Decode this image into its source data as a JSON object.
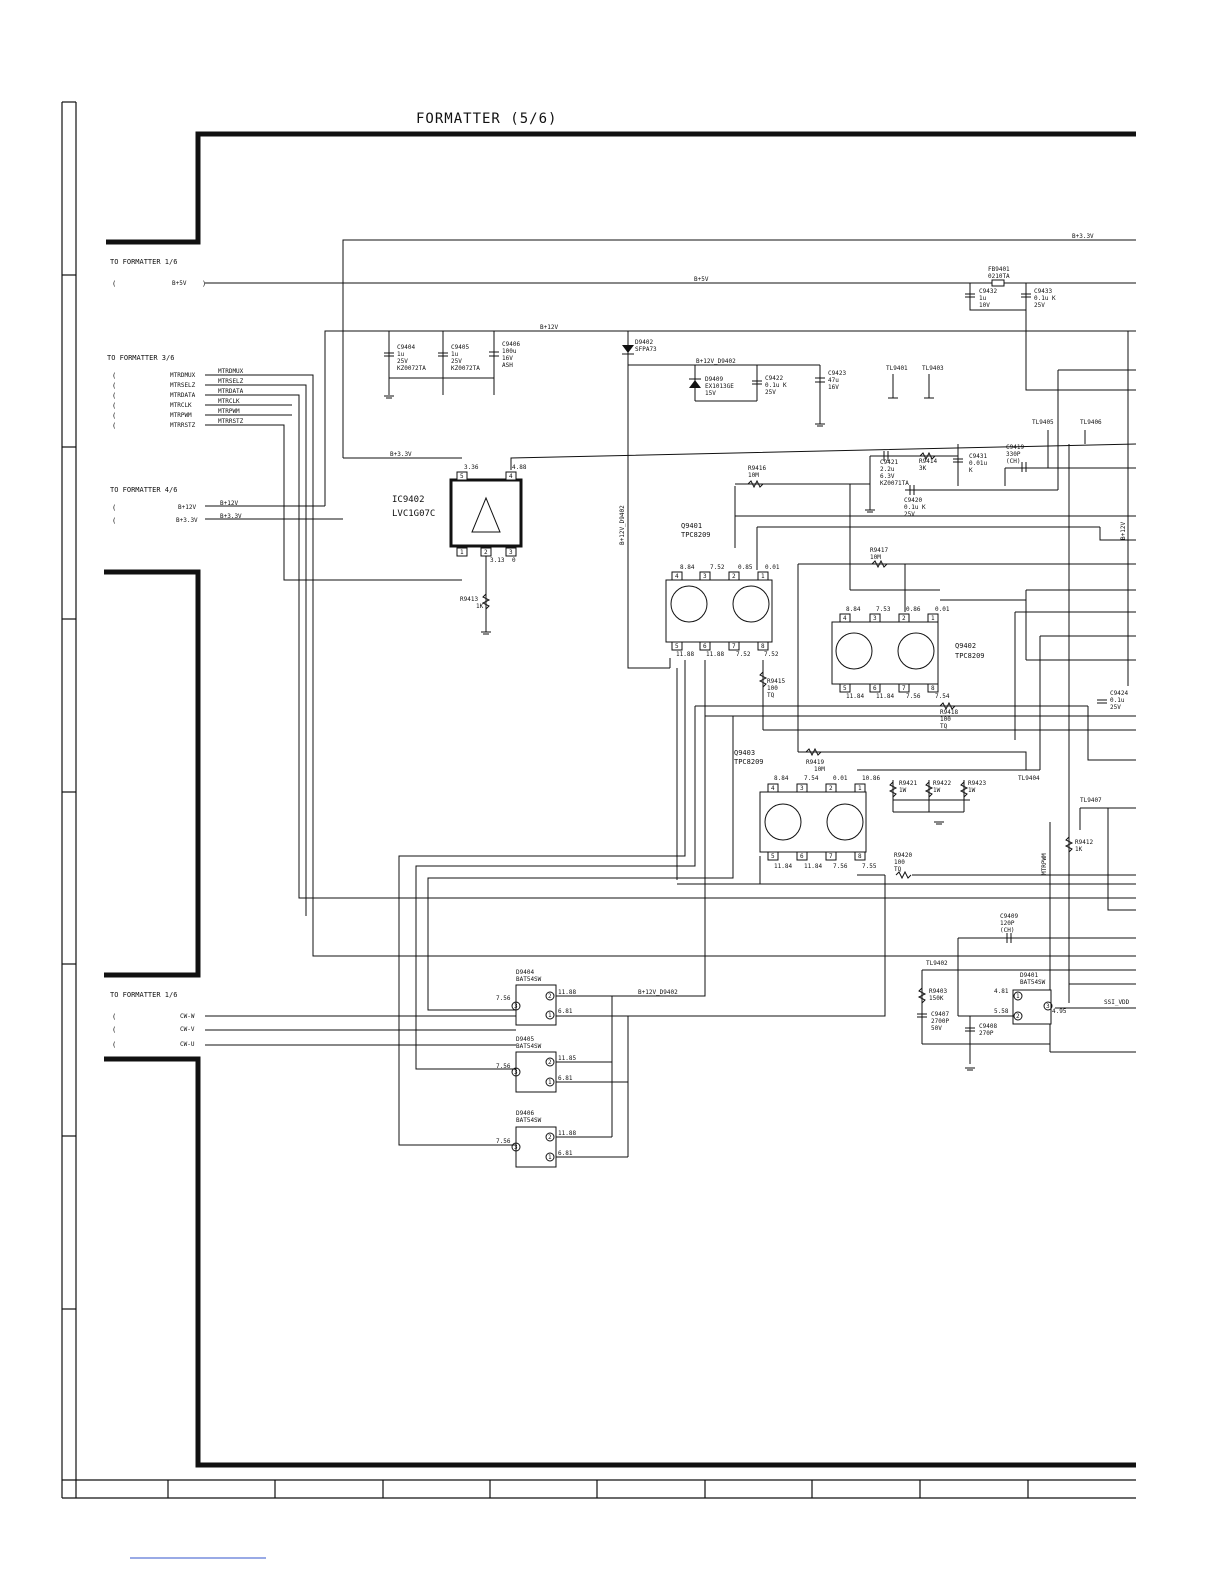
{
  "title": "FORMATTER (5/6)",
  "connectors": {
    "to_formatter_1_6_top": "TO FORMATTER 1/6",
    "to_formatter_3_6": "TO FORMATTER 3/6",
    "to_formatter_4_6": "TO FORMATTER 4/6",
    "to_formatter_1_6_bottom": "TO FORMATTER 1/6"
  },
  "nets": {
    "b33_top": "B+3.3V",
    "b5v_left": "B+5V",
    "b5v_mid": "B+5V",
    "b12v": "B+12V",
    "b12v_d9402": "B+12V_D9402",
    "b33_ic": "B+3.3V",
    "b12v_in": "B+12V",
    "b33_in": "B+3.3V",
    "b12v_d9402_v": "B+12V_D9402",
    "b12v_d9402_low": "B+12V_D9402",
    "b12v_v_right": "B+12V",
    "mtrpwm_v": "MTRPWM",
    "ssi_vdd": "SSI_VDD"
  },
  "signals_in": [
    "MTRDMUX",
    "MTRSELZ",
    "MTRDATA",
    "MTRCLK",
    "MTRPWM",
    "MTRRSTZ"
  ],
  "signals_out": [
    "MTRDMUX",
    "MTRSELZ",
    "MTRDATA",
    "MTRCLK",
    "MTRPWM",
    "MTRRSTZ"
  ],
  "cw": [
    "CW-W",
    "CW-V",
    "CW-U"
  ],
  "ic": {
    "ref": "IC9402",
    "part": "LVC1G07C",
    "v5": "3.36",
    "v4": "4.88",
    "v3": "3.13",
    "v3b": "0",
    "p1": "1",
    "p2": "2",
    "p3": "3",
    "p4": "4",
    "p5": "5"
  },
  "caps": {
    "c9404": [
      "C9404",
      "1u",
      "25V",
      "KZ0072TA"
    ],
    "c9405": [
      "C9405",
      "1u",
      "25V",
      "KZ0072TA"
    ],
    "c9406": [
      "C9406",
      "100u",
      "16V",
      "ASH"
    ],
    "c9422": [
      "C9422",
      "0.1u K",
      "25V"
    ],
    "c9423": [
      "C9423",
      "47u",
      "16V"
    ],
    "c9432": [
      "C9432",
      "1u",
      "10V"
    ],
    "c9433": [
      "C9433",
      "0.1u K",
      "25V"
    ],
    "c9431": [
      "C9431",
      "0.01u",
      "K"
    ],
    "c9419": [
      "C9419",
      "330P",
      "(CH)"
    ],
    "c9421": [
      "C9421",
      "2.2u",
      "6.3V",
      "KZ0071TA"
    ],
    "c9420": [
      "C9420",
      "0.1u K",
      "25V"
    ],
    "c9424": [
      "C9424",
      "0.1u",
      "25V"
    ],
    "c9409": [
      "C9409",
      "120P",
      "(CH)"
    ],
    "c9407": [
      "C9407",
      "2700P",
      "50V"
    ],
    "c9408": [
      "C9408",
      "270P"
    ]
  },
  "resistors": {
    "r9413": [
      "R9413",
      "1K"
    ],
    "r9416": [
      "R9416",
      "10M"
    ],
    "r9414": [
      "R9414",
      "3K"
    ],
    "r9417": [
      "R9417",
      "10M"
    ],
    "r9415": [
      "R9415",
      "100",
      "TQ"
    ],
    "r9418": [
      "R9418",
      "100",
      "TQ"
    ],
    "r9419": [
      "R9419",
      "10M"
    ],
    "r9421": [
      "R9421",
      "1W"
    ],
    "r9422": [
      "R9422",
      "1W"
    ],
    "r9423": [
      "R9423",
      "1W"
    ],
    "r9420": [
      "R9420",
      "100",
      "TQ"
    ],
    "r9412": [
      "R9412",
      "1K"
    ],
    "r9403": [
      "R9403",
      "150K"
    ]
  },
  "ferrite": [
    "FB9401",
    "0210TA"
  ],
  "diodes": {
    "d9402": [
      "D9402",
      "SFPA73"
    ],
    "d9409": [
      "D9409",
      "EX1013GE",
      "15V"
    ],
    "d9404": [
      "D9404",
      "BAT54SW",
      "7.56",
      "11.88",
      "6.81"
    ],
    "d9405": [
      "D9405",
      "BAT54SW",
      "7.56",
      "11.85",
      "6.81"
    ],
    "d9406": [
      "D9406",
      "BAT54SW",
      "7.56",
      "11.88",
      "6.81"
    ],
    "d9401": [
      "D9401",
      "BAT54SW",
      "4.81",
      "5.58",
      "4.95"
    ]
  },
  "testpoints": [
    "TL9401",
    "TL9403",
    "TL9405",
    "TL9406",
    "TL9404",
    "TL9407",
    "TL9402"
  ],
  "transistors": {
    "q9401": {
      "ref": "Q9401",
      "part": "TPC8209",
      "top": [
        "8.84",
        "7.52",
        "0.85",
        "0.01"
      ],
      "bot": [
        "11.88",
        "11.88",
        "7.52",
        "7.52"
      ]
    },
    "q9402": {
      "ref": "Q9402",
      "part": "TPC8209",
      "top": [
        "8.84",
        "7.53",
        "0.86",
        "0.01"
      ],
      "bot": [
        "11.84",
        "11.84",
        "7.56",
        "7.54"
      ]
    },
    "q9403": {
      "ref": "Q9403",
      "part": "TPC8209",
      "top": [
        "8.84",
        "7.54",
        "0.01",
        "10.86"
      ],
      "bot": [
        "11.84",
        "11.84",
        "7.56",
        "7.55"
      ]
    }
  },
  "pins_top": [
    "4",
    "3",
    "2",
    "1"
  ],
  "pins_bot": [
    "5",
    "6",
    "7",
    "8"
  ],
  "dpins": [
    "2",
    "1",
    "3"
  ]
}
